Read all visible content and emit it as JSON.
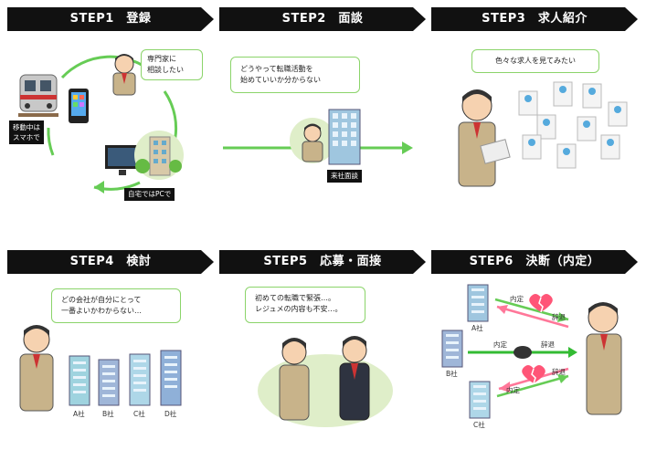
{
  "steps": [
    {
      "title": "STEP1　登録",
      "bubble": [
        "専門家に",
        "相談したい"
      ],
      "tags": [
        [
          "移動中は",
          "スマホで"
        ],
        [
          "自宅ではPCで"
        ]
      ]
    },
    {
      "title": "STEP2　面談",
      "bubble": [
        "どうやって転職活動を",
        "始めていいか分からない"
      ],
      "tags": [
        [
          "来社面談"
        ]
      ]
    },
    {
      "title": "STEP3　求人紹介",
      "bubble": [
        "色々な求人を見てみたい"
      ]
    },
    {
      "title": "STEP4　検討",
      "bubble": [
        "どの会社が自分にとって",
        "一番よいかわからない…"
      ],
      "companies": [
        "A社",
        "B社",
        "C社",
        "D社"
      ]
    },
    {
      "title": "STEP5　応募・面接",
      "bubble": [
        "初めての転職で緊張…。",
        "レジュメの内容も不安…。"
      ]
    },
    {
      "title": "STEP6　決断（内定）",
      "companies": [
        "A社",
        "B社",
        "C社"
      ],
      "labels": {
        "offer": "内定",
        "decline": "辞退"
      }
    }
  ],
  "colors": {
    "header": "#111111",
    "green": "#55cc44",
    "pink": "#ff7799",
    "bubble_border": "#8bd46a"
  }
}
